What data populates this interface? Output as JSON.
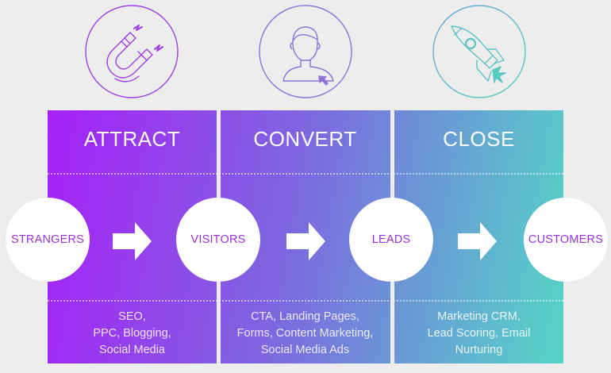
{
  "diagram": {
    "type": "inbound-marketing-funnel",
    "stages": [
      {
        "title": "ATTRACT",
        "icon": "magnet-icon",
        "icon_color": "#a040e6",
        "tactics": [
          "SEO,",
          "PPC, Blogging,",
          "Social Media"
        ]
      },
      {
        "title": "CONVERT",
        "icon": "user-cursor-icon",
        "icon_color": "#8a74da",
        "tactics": [
          "CTA, Landing Pages,",
          "Forms, Content Marketing,",
          "Social Media Ads"
        ]
      },
      {
        "title": "CLOSE",
        "icon": "rocket-icon",
        "icon_color": "#5cc4c4",
        "tactics": [
          "Marketing CRM,",
          "Lead Scoring, Email",
          "Nurturing"
        ]
      }
    ],
    "nodes": [
      "STRANGERS",
      "VISITORS",
      "LEADS",
      "CUSTOMERS"
    ],
    "colors": {
      "gradient_start": "#a61ff8",
      "gradient_end": "#55d4c4",
      "node_text": "#9b32d6",
      "background": "#ededed"
    }
  }
}
